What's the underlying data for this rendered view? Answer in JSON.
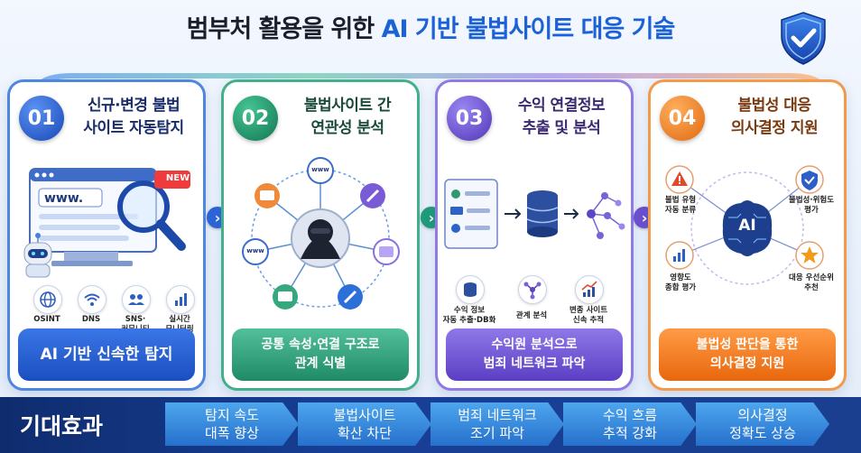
{
  "title": {
    "main": "범부처 활용을 위한 ",
    "accent": "AI 기반 불법사이트 대응 기술"
  },
  "columns": [
    {
      "number": "01",
      "title_line1": "신규·변경 불법",
      "title_line2": "사이트 자동탐지",
      "badge": "NEW",
      "url_text": "www.",
      "icons": [
        {
          "name": "globe-icon",
          "label": "OSINT"
        },
        {
          "name": "wifi-icon",
          "label": "DNS"
        },
        {
          "name": "people-icon",
          "label": "SNS·\n커뮤니티"
        },
        {
          "name": "bar-chart-icon",
          "label": "실시간\n모니터링"
        }
      ],
      "pill_line1": "AI 기반 신속한 탐지",
      "pill_line2": ""
    },
    {
      "number": "02",
      "title_line1": "불법사이트 간",
      "title_line2": "연관성 분석",
      "node_text": "www",
      "pill_line1": "공통 속성·연결 구조로",
      "pill_line2": "관계 식별"
    },
    {
      "number": "03",
      "title_line1": "수익 연결정보",
      "title_line2": "추출 및 분석",
      "icons": [
        {
          "name": "database-icon",
          "label": "수익 정보\n자동 추출·DB화"
        },
        {
          "name": "network-icon",
          "label": "관계 분석"
        },
        {
          "name": "trend-icon",
          "label": "변종 사이트\n신속 추적"
        }
      ],
      "pill_line1": "수익원 분석으로",
      "pill_line2": "범죄 네트워크 파악"
    },
    {
      "number": "04",
      "title_line1": "불법성 대응",
      "title_line2": "의사결정 지원",
      "center": "AI",
      "items": [
        {
          "name": "warning-icon",
          "label": "불법 유형\n자동 분류"
        },
        {
          "name": "shield-check-icon",
          "label": "불법성·위험도\n평가"
        },
        {
          "name": "bar-chart-icon",
          "label": "영향도\n종합 평가"
        },
        {
          "name": "star-icon",
          "label": "대응 우선순위\n추천"
        }
      ],
      "pill_line1": "불법성 판단을 통한",
      "pill_line2": "의사결정 지원"
    }
  ],
  "bottom": {
    "label": "기대효과",
    "effects": [
      {
        "line1": "탐지 속도",
        "line2": "대폭 향상"
      },
      {
        "line1": "불법사이트",
        "line2": "확산 차단"
      },
      {
        "line1": "범죄 네트워크",
        "line2": "조기 파악"
      },
      {
        "line1": "수익 흐름",
        "line2": "추적 강화"
      },
      {
        "line1": "의사결정",
        "line2": "정확도 상승"
      }
    ]
  },
  "colors": {
    "blue": "#1a62d6",
    "green": "#42b08a",
    "purple": "#8f7ae6",
    "orange": "#f29a4a",
    "navy": "#173f96"
  }
}
